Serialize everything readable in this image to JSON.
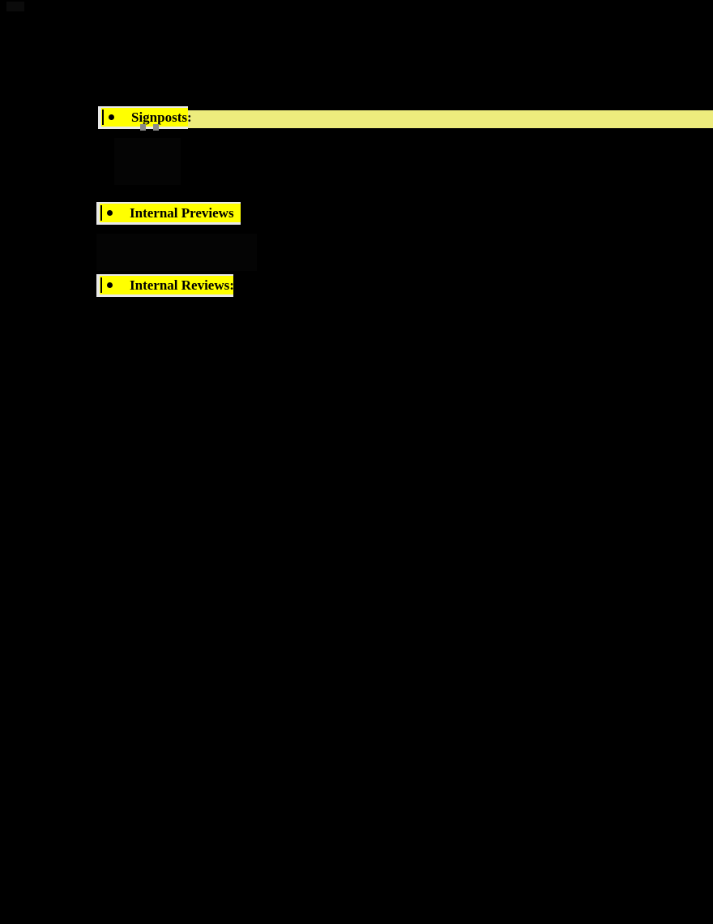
{
  "document": {
    "background_color": "#000000",
    "highlight_color": "#ffff00",
    "band_color": "#edec7d",
    "text_color": "#000000",
    "bullets": [
      {
        "marker": "●",
        "label": "Signposts:"
      },
      {
        "marker": "●",
        "label": "Internal Previews"
      },
      {
        "marker": "●",
        "label": "Internal Reviews:"
      }
    ]
  }
}
